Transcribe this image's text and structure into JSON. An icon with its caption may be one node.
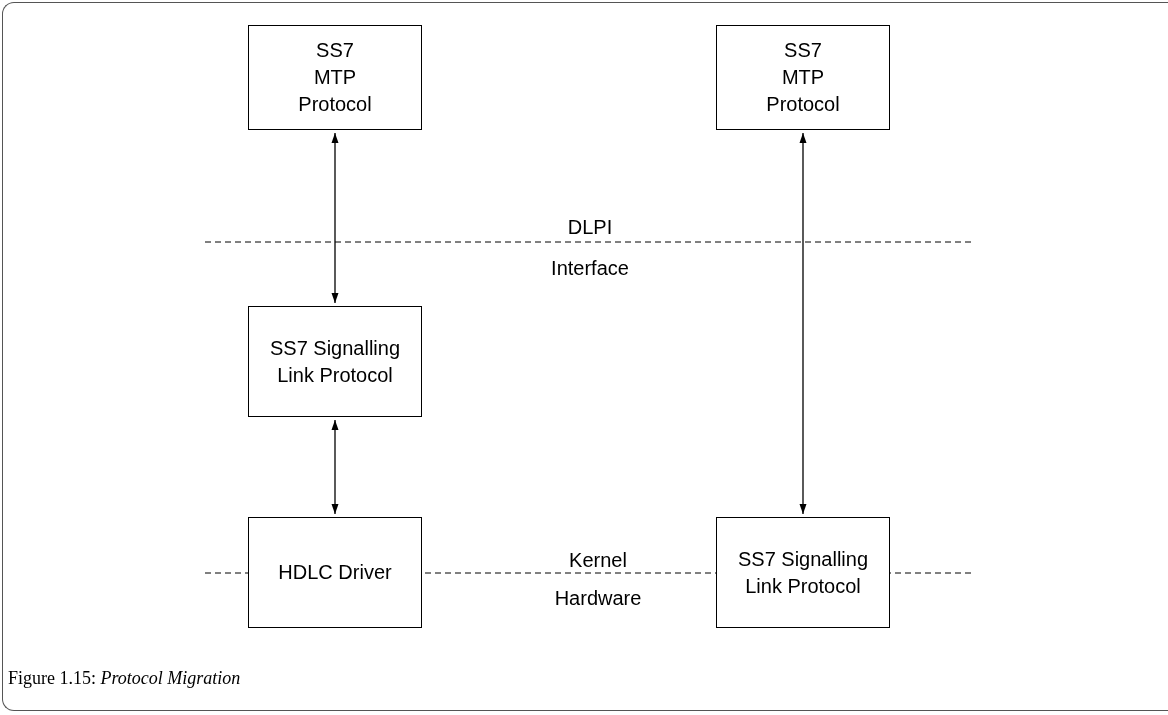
{
  "diagram": {
    "caption": "Figure 1.15: *Protocol Migration*",
    "nodes": [
      {
        "text": [
          "SS7 MTP Protocol"
        ]
      },
      {
        "text": [
          "SS7 MTP Protocol"
        ]
      },
      {
        "text": [
          "SS7 Signalling Link Protocol"
        ]
      },
      {
        "text": [
          "HDLC Driver"
        ]
      },
      {
        "text": [
          "SS7 Signalling Link Protocol"
        ]
      }
    ],
    "edges": [
      {
        "from": 0,
        "to": 2,
        "arrow": "both"
      },
      {
        "from": 2,
        "to": 3,
        "arrow": "both"
      },
      {
        "from": 1,
        "to": 4,
        "arrow": "both"
      }
    ],
    "labels": [
      "DLPI",
      "Interface",
      "Kernel",
      "Hardware"
    ]
  }
}
